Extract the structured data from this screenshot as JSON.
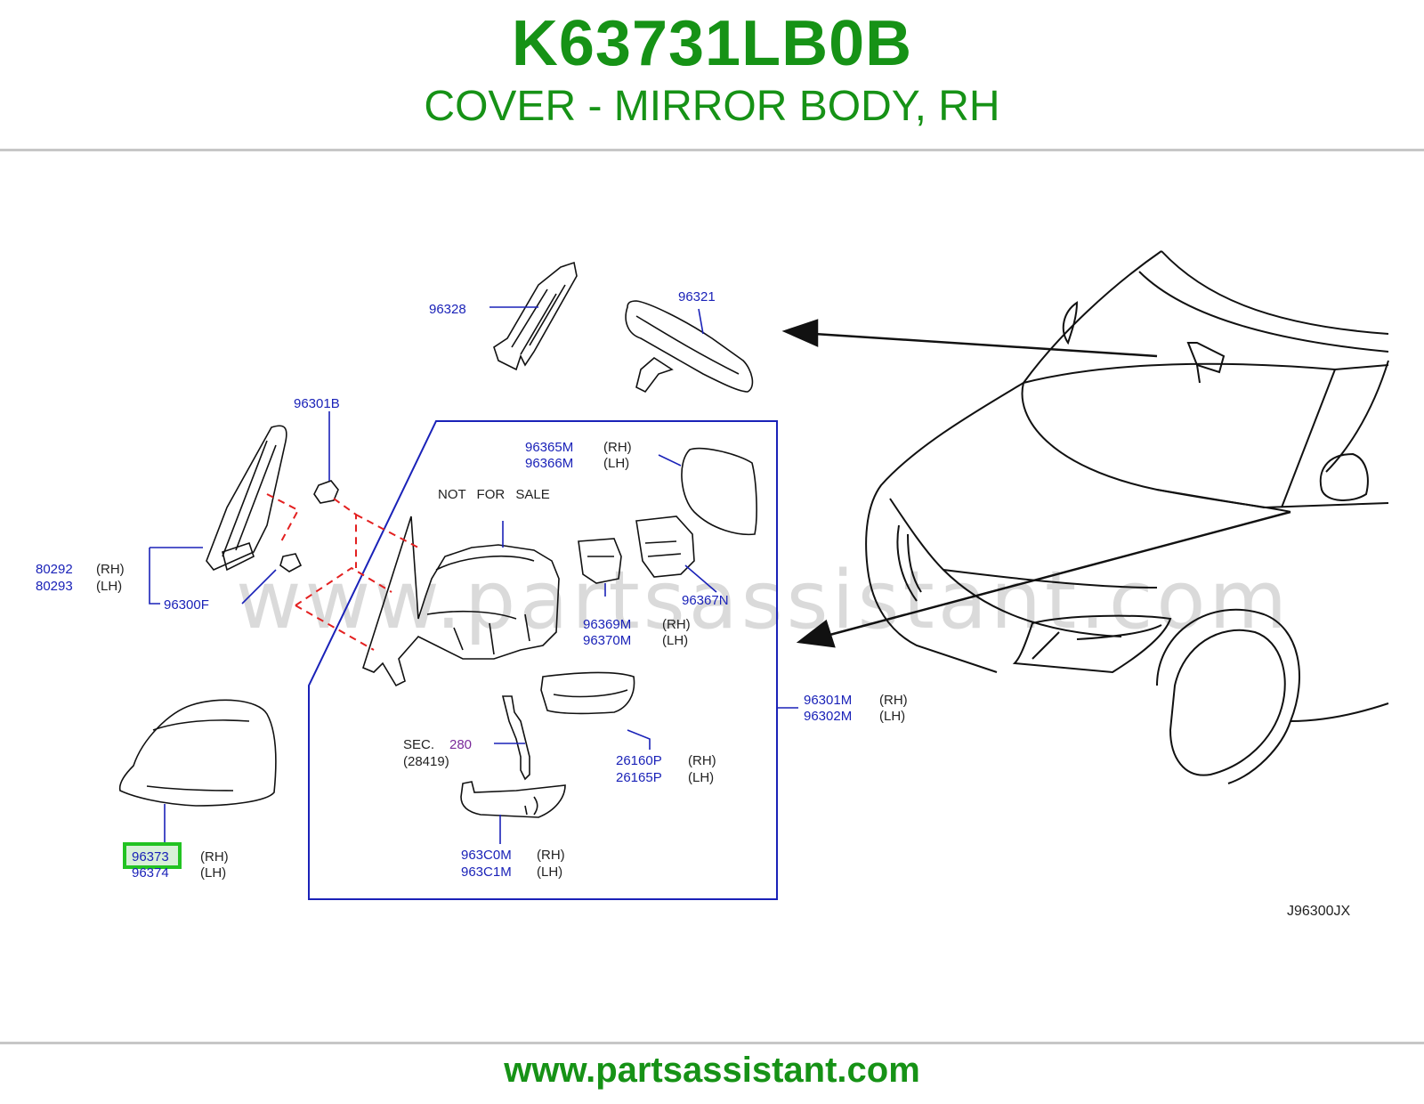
{
  "header": {
    "part_number": "K63731LB0B",
    "description": "COVER - MIRROR BODY, RH"
  },
  "diagram": {
    "watermark": "www.partsassistant.com",
    "code": "J96300JX",
    "note": "NOT FOR SALE",
    "section": {
      "prefix": "SEC.",
      "number": "280",
      "ref": "(28419)"
    },
    "callouts": {
      "p96328": "96328",
      "p96321": "96321",
      "p96301B": "96301B",
      "p96365M": "96365M",
      "p96366M": "96366M",
      "p80292": "80292",
      "p80293": "80293",
      "p96300F": "96300F",
      "p96367N": "96367N",
      "p96369M": "96369M",
      "p96370M": "96370M",
      "p96301M": "96301M",
      "p96302M": "96302M",
      "p26160P": "26160P",
      "p26165P": "26165P",
      "p963C0M": "963C0M",
      "p963C1M": "963C1M",
      "p96373": "96373",
      "p96374": "96374"
    },
    "side": {
      "rh": "(RH)",
      "lh": "(LH)"
    },
    "highlight_color": "#22c322"
  },
  "footer": {
    "url": "www.partsassistant.com"
  }
}
